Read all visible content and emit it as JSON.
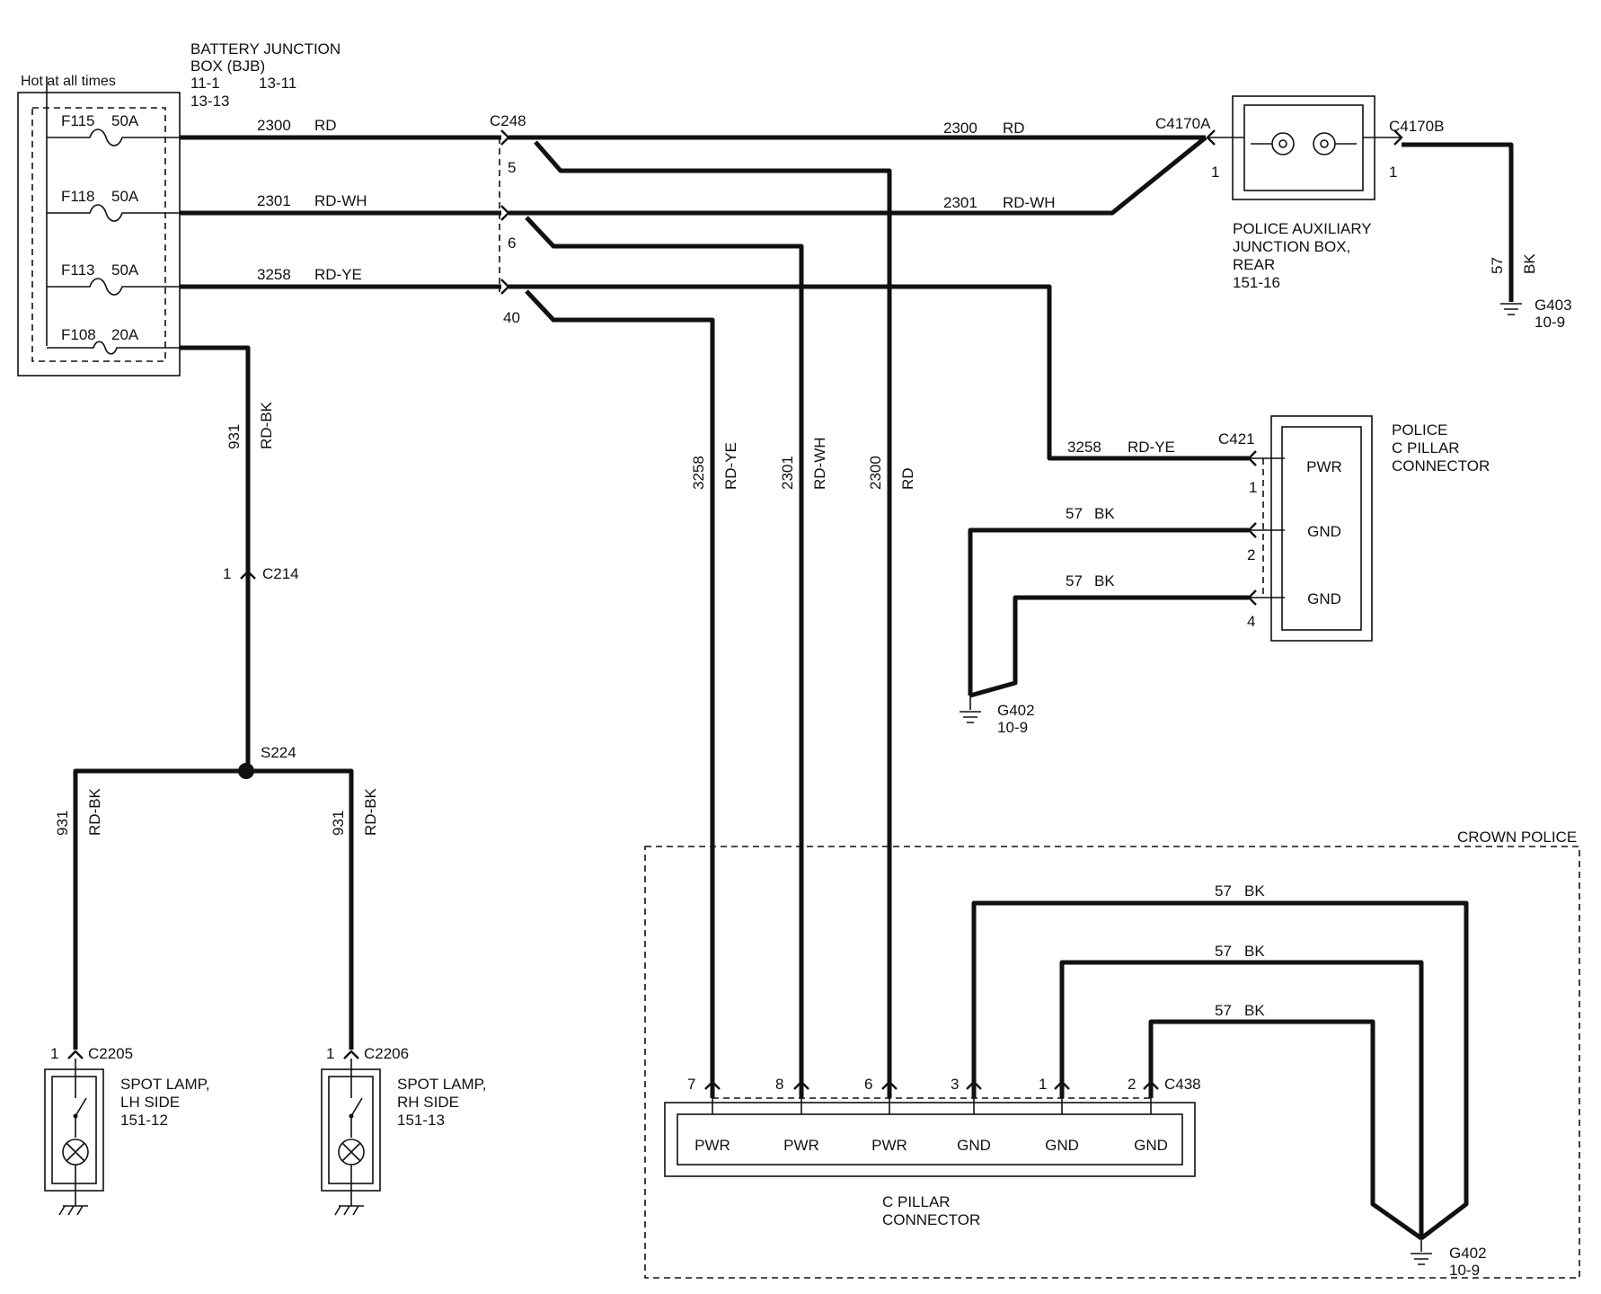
{
  "bjb": {
    "hot_label": "Hot at all times",
    "title_line1": "BATTERY   JUNCTION",
    "title_line2": "BOX (BJB)",
    "ref1": "11-1",
    "ref2": "13-11",
    "ref3": "13-13",
    "fuses": [
      {
        "id": "F115",
        "rating": "50A"
      },
      {
        "id": "F118",
        "rating": "50A"
      },
      {
        "id": "F113",
        "rating": "50A"
      },
      {
        "id": "F108",
        "rating": "20A"
      }
    ]
  },
  "c248": {
    "name": "C248",
    "pins": [
      "5",
      "6",
      "40"
    ]
  },
  "wires": {
    "w2300_top": {
      "circuit": "2300",
      "color": "RD"
    },
    "w2301_top": {
      "circuit": "2301",
      "color": "RD-WH"
    },
    "w3258_top": {
      "circuit": "3258",
      "color": "RD-YE"
    },
    "w2300_right": {
      "circuit": "2300",
      "color": "RD"
    },
    "w2301_right": {
      "circuit": "2301",
      "color": "RD-WH"
    },
    "w3258_right": {
      "circuit": "3258",
      "color": "RD-YE"
    },
    "w3258_vert": {
      "circuit": "3258",
      "color": "RD-YE"
    },
    "w2301_vert": {
      "circuit": "2301",
      "color": "RD-WH"
    },
    "w2300_vert": {
      "circuit": "2300",
      "color": "RD"
    },
    "w931_top": {
      "circuit": "931",
      "color": "RD-BK"
    },
    "w931_lh": {
      "circuit": "931",
      "color": "RD-BK"
    },
    "w931_rh": {
      "circuit": "931",
      "color": "RD-BK"
    },
    "w57_g403": {
      "circuit": "57",
      "color": "BK"
    },
    "w57_gnd2": {
      "circuit": "57",
      "color": "BK"
    },
    "w57_gnd4": {
      "circuit": "57",
      "color": "BK"
    },
    "w57_c438_3": {
      "circuit": "57",
      "color": "BK"
    },
    "w57_c438_1": {
      "circuit": "57",
      "color": "BK"
    },
    "w57_c438_2": {
      "circuit": "57",
      "color": "BK"
    }
  },
  "aux_box": {
    "c_left": "C4170A",
    "c_right": "C4170B",
    "pin_left": "1",
    "pin_right": "1",
    "title_line1": "POLICE   AUXILIARY",
    "title_line2": "JUNCTION BOX,",
    "title_line3": "REAR",
    "ref": "151-16"
  },
  "grounds": {
    "g403": {
      "name": "G403",
      "ref": "10-9"
    },
    "g402_mid": {
      "name": "G402",
      "ref": "10-9"
    },
    "g402_bottom": {
      "name": "G402",
      "ref": "10-9"
    }
  },
  "c421": {
    "name": "C421",
    "title_line1": "POLICE",
    "title_line2": "C PILLAR",
    "title_line3": "CONNECTOR",
    "pins": [
      {
        "num": "1",
        "label": "PWR"
      },
      {
        "num": "2",
        "label": "GND"
      },
      {
        "num": "4",
        "label": "GND"
      }
    ]
  },
  "c214": {
    "name": "C214",
    "pin": "1"
  },
  "splice": {
    "name": "S224"
  },
  "spot_lh": {
    "connector": "C2205",
    "pin": "1",
    "title_line1": "SPOT LAMP,",
    "title_line2": "LH SIDE",
    "ref": "151-12"
  },
  "spot_rh": {
    "connector": "C2206",
    "pin": "1",
    "title_line1": "SPOT LAMP,",
    "title_line2": "RH SIDE",
    "ref": "151-13"
  },
  "crown_police": {
    "label": "CROWN POLICE"
  },
  "c438": {
    "name": "C438",
    "title_line1": "C PILLAR",
    "title_line2": "CONNECTOR",
    "pins": [
      {
        "num": "7",
        "label": "PWR"
      },
      {
        "num": "8",
        "label": "PWR"
      },
      {
        "num": "6",
        "label": "PWR"
      },
      {
        "num": "3",
        "label": "GND"
      },
      {
        "num": "1",
        "label": "GND"
      },
      {
        "num": "2",
        "label": "GND"
      }
    ]
  }
}
